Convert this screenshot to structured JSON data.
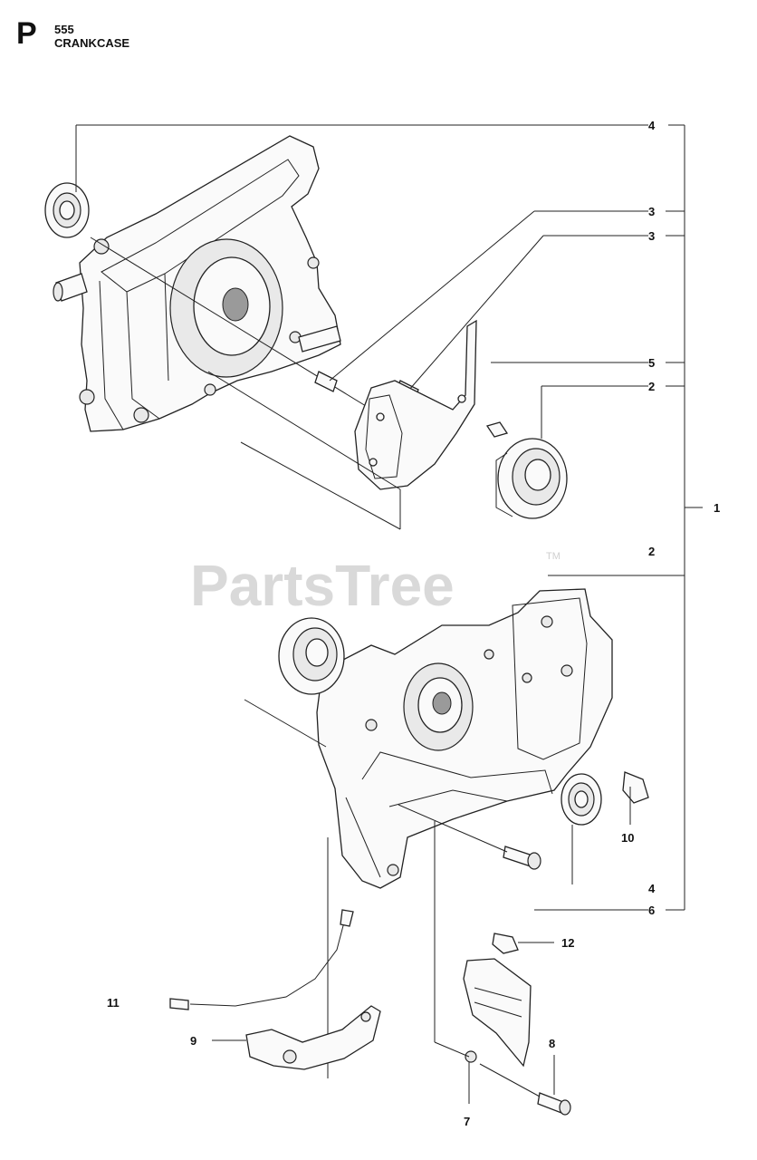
{
  "header": {
    "letter": "P",
    "code": "555",
    "title": "CRANKCASE"
  },
  "watermark": {
    "brand": "PartsTree",
    "trademark": "TM"
  },
  "callouts": {
    "c4_top": "4",
    "c3_a": "3",
    "c3_b": "3",
    "c5": "5",
    "c2_top": "2",
    "c1": "1",
    "c2_mid": "2",
    "c10": "10",
    "c4_bottom": "4",
    "c6": "6",
    "c12": "12",
    "c11": "11",
    "c9": "9",
    "c8": "8",
    "c7": "7"
  }
}
